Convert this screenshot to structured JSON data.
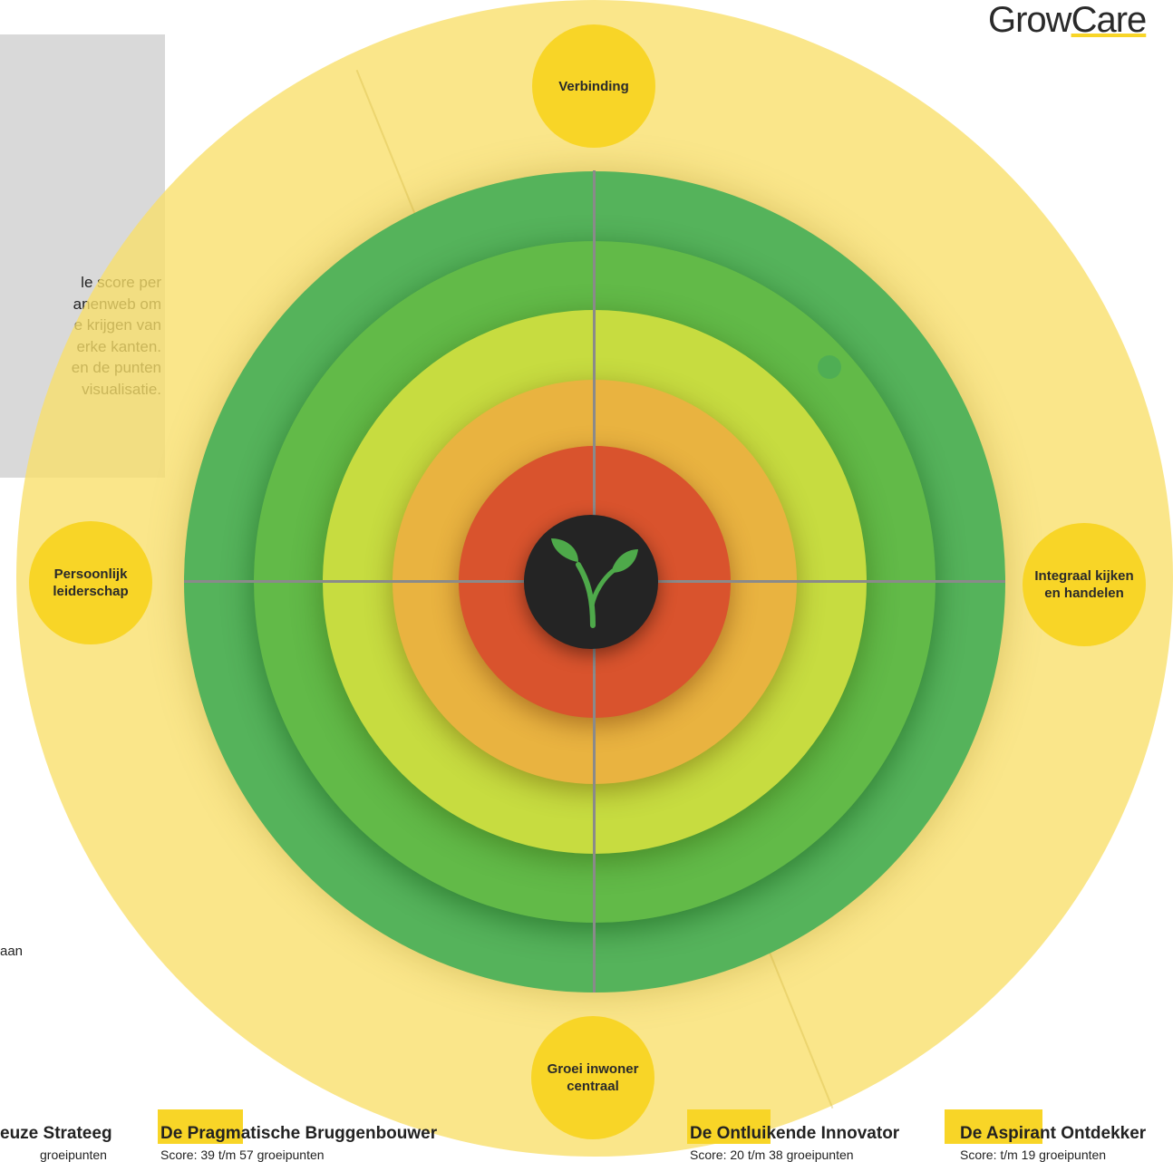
{
  "brand": {
    "logo_part1": "Grow",
    "logo_part2": "Care",
    "accent_color": "#f8d527"
  },
  "intro_panel": {
    "lines": [
      "le score per",
      "anenweb om",
      "e krijgen van",
      "erke kanten.",
      "en de punten",
      "visualisatie."
    ]
  },
  "side_note": "aan",
  "diagram": {
    "center_icon": "sprout-icon",
    "ring_colors": [
      "#55b35b",
      "#62ba48",
      "#c7dc40",
      "#e9b340",
      "#d9532d"
    ],
    "dimensions": {
      "top": "Verbinding",
      "left_line1": "Persoonlijk",
      "left_line2": "leiderschap",
      "right_line1": "Integraal kijken",
      "right_line2": "en handelen",
      "bottom_line1": "Groei inwoner",
      "bottom_line2": "centraal"
    }
  },
  "legend": [
    {
      "title": "euze Strateeg",
      "score": "groeipunten"
    },
    {
      "title": "De Pragmatische Bruggenbouwer",
      "score": "Score: 39 t/m 57 groeipunten"
    },
    {
      "title": "De Ontluikende Innovator",
      "score": "Score: 20 t/m 38 groeipunten"
    },
    {
      "title": "De Aspirant Ontdekker",
      "score": "Score: t/m 19 groeipunten"
    }
  ]
}
